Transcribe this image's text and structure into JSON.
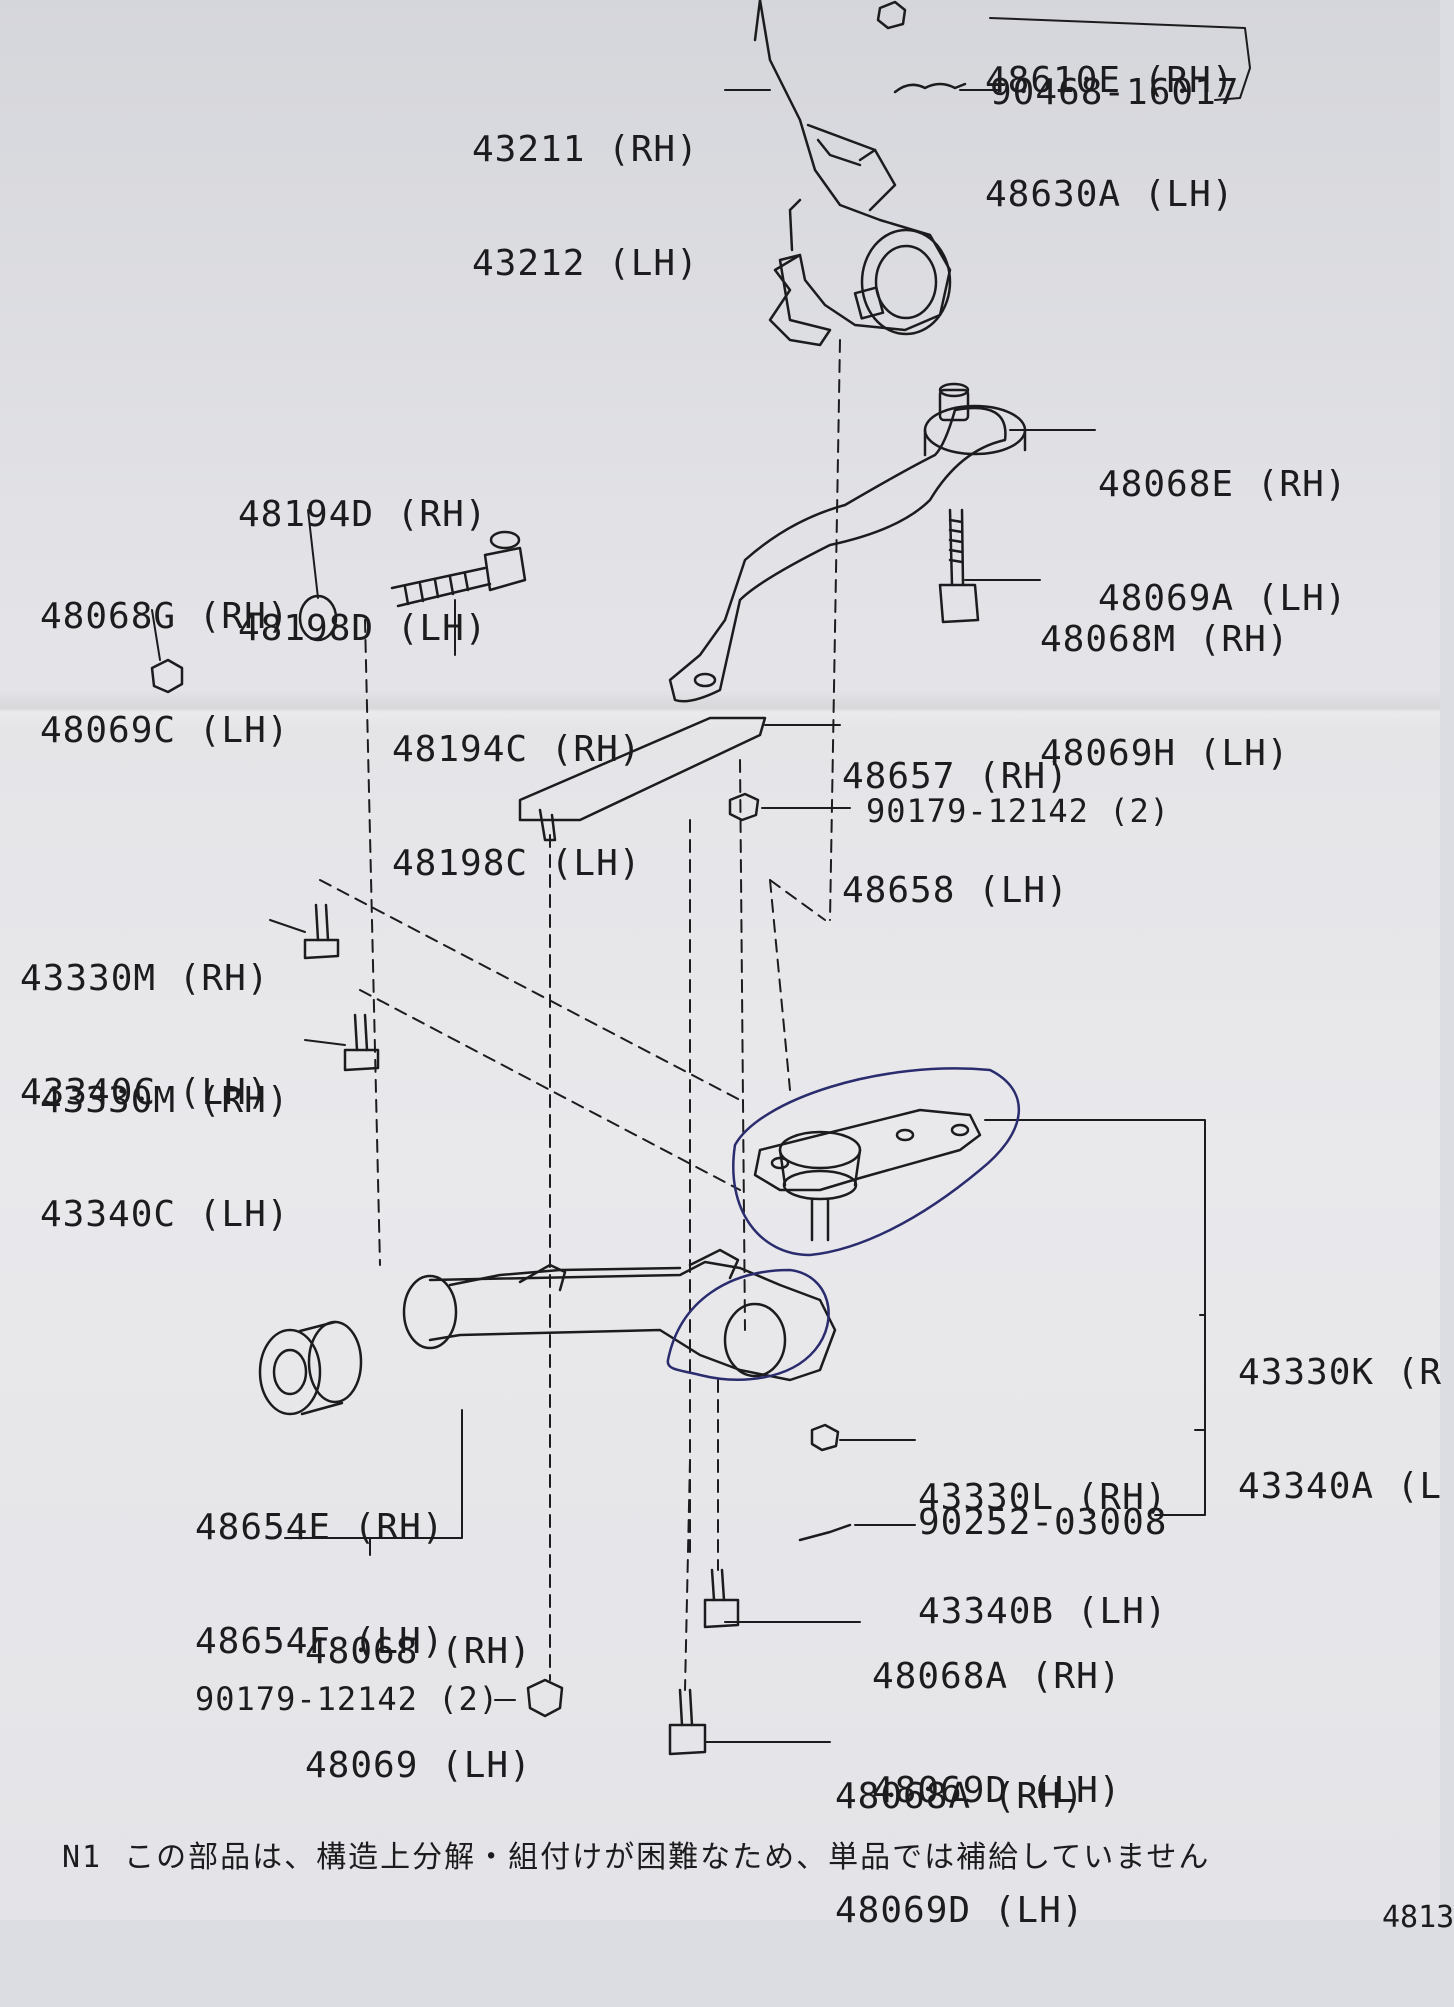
{
  "labels": {
    "p48610": {
      "rh": "48610E (RH)",
      "lh": "48630A (LH)"
    },
    "p90468": "90468-16017",
    "p43211": {
      "rh": "43211 (RH)",
      "lh": "43212 (LH)"
    },
    "p48068E": {
      "rh": "48068E (RH)",
      "lh": "48069A (LH)"
    },
    "p48194D": {
      "rh": "48194D (RH)",
      "lh": "48198D (LH)"
    },
    "p48068G": {
      "rh": "48068G (RH)",
      "lh": "48069C (LH)"
    },
    "p48068M": {
      "rh": "48068M (RH)",
      "lh": "48069H (LH)"
    },
    "p48194C": {
      "rh": "48194C (RH)",
      "lh": "48198C (LH)"
    },
    "p48657": {
      "rh": "48657 (RH)",
      "lh": "48658 (LH)"
    },
    "p90179a": "90179-12142 (2)",
    "p43330Ma": {
      "rh": "43330M (RH)",
      "lh": "43340C (LH)"
    },
    "p43330Mb": {
      "rh": "43330M (RH)",
      "lh": "43340C (LH)"
    },
    "p43330K": {
      "rh": "43330K (R",
      "lh": "43340A (L"
    },
    "p48654E": {
      "rh": "48654E (RH)",
      "lh": "48654F (LH)"
    },
    "p43330L": {
      "rh": "43330L (RH)",
      "lh": "43340B (LH)"
    },
    "p90252": "90252-03008",
    "p48068": {
      "rh": "48068 (RH)",
      "lh": "48069 (LH)"
    },
    "p48068Aa": {
      "rh": "48068A (RH)",
      "lh": "48069D (LH)"
    },
    "p90179b": "90179-12142 (2)",
    "p48068Ab": {
      "rh": "48068A (RH)",
      "lh": "48069D (LH)"
    }
  },
  "footnote": {
    "code": "N1",
    "text": "この部品は、構造上分解・組付けが困難なため、単品では補給していません"
  },
  "corner_number": "4813",
  "colors": {
    "ink": "#1c1c1e",
    "pen": "#2a2c6e",
    "paper": "#e6e6e9"
  }
}
